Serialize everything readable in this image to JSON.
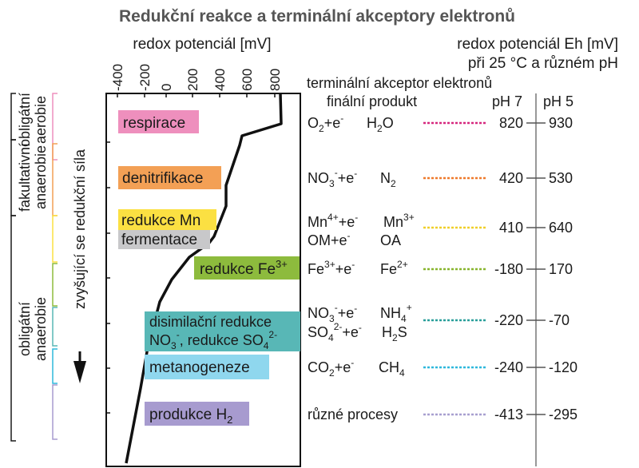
{
  "title": "Redukční reakce a terminální akceptory elektronů",
  "top_axis": {
    "label": "redox potenciál [mV]",
    "ticks": [
      "-400",
      "-200",
      "0",
      "200",
      "400",
      "600",
      "800"
    ]
  },
  "left_labels": {
    "aerobie": "obligátní aerobie",
    "fakultativni": "fakultativní anaerobie",
    "obligatni": "obligátní anaerobie",
    "sila": "zvyšující se redukční síla"
  },
  "header": {
    "eh_line1": "redox potenciál Eh [mV]",
    "eh_line2": "při 25 °C a různém pH",
    "akceptor": "terminální akceptor elektronů",
    "produkt": "finální produkt",
    "ph7": "pH 7",
    "ph5": "pH 5"
  },
  "processes": [
    {
      "label": "respirace",
      "color": "#ee8fbd"
    },
    {
      "label": "denitrifikace",
      "color": "#f3a055"
    },
    {
      "label": "redukce Mn",
      "color": "#fbe042"
    },
    {
      "label": "fermentace",
      "color": "#c8c8ca"
    },
    {
      "label": "redukce Fe",
      "sup": "3+",
      "color": "#8dbb3d"
    },
    {
      "label1": "disimilační redukce",
      "l2a": "NO",
      "l2b": ", redukce SO",
      "color": "#58b7b6"
    },
    {
      "label": "metanogeneze",
      "color": "#8fd7ee"
    },
    {
      "label": "produkce H",
      "color": "#a79bcf"
    }
  ],
  "reactions": [
    {
      "a": "O",
      "b": "+e",
      "prod": "H",
      "prod_sub": "O",
      "prod_sub_num": "2"
    },
    {
      "a": "NO",
      "b": "+e",
      "prod": "N",
      "prod_sub": "2"
    },
    {
      "a": "Mn",
      "b": "+e",
      "prod": "Mn",
      "sup_a": "4+",
      "sup_p": "3+"
    },
    {
      "a": "OM+e",
      "prod": "OA"
    },
    {
      "a": "Fe",
      "b": "+e",
      "prod": "Fe",
      "sup_a": "3+",
      "sup_p": "2+"
    },
    {
      "a": "NO",
      "b": "+e",
      "prod": "NH",
      "sup_p": "+"
    },
    {
      "a": "SO",
      "b": "+e",
      "prod": "H",
      "prod_tail": "S",
      "sup_a": "2-"
    },
    {
      "a": "CO",
      "b": "+e",
      "prod": "CH",
      "prod_sub": "4"
    },
    {
      "a": "různé procesy"
    }
  ],
  "potentials": [
    {
      "ph7": "820",
      "ph5": "930",
      "color": "#d6287f"
    },
    {
      "ph7": "420",
      "ph5": "530",
      "color": "#ee7a2c"
    },
    {
      "ph7": "410",
      "ph5": "640",
      "color": "#f0cf2a"
    },
    {
      "ph7": "-180",
      "ph5": "170",
      "color": "#88b52e"
    },
    {
      "ph7": "-220",
      "ph5": "-70",
      "color": "#2a9f9a"
    },
    {
      "ph7": "-240",
      "ph5": "-120",
      "color": "#2fb8dc"
    },
    {
      "ph7": "-413",
      "ph5": "-295",
      "color": "#a89fd0"
    }
  ]
}
